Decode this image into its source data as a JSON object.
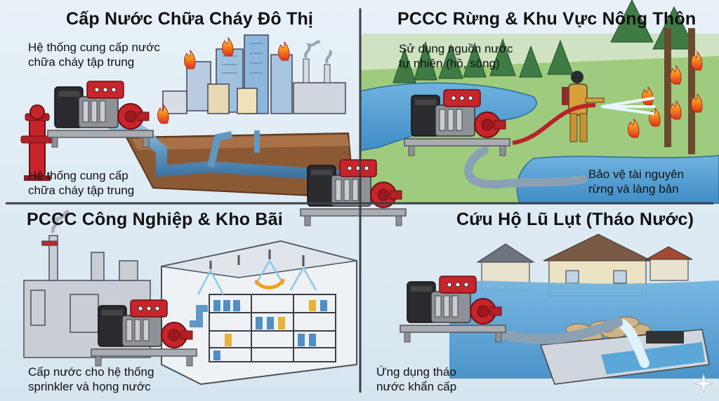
{
  "panels": {
    "urban": {
      "title": "Cấp Nước Chữa Cháy Đô Thị",
      "desc_top_1": "Hệ thống cung cấp nước",
      "desc_top_2": "chữa cháy tập trung",
      "desc_bottom_1": "Hệ thống cung cấp",
      "desc_bottom_2": "chữa cháy tập trung"
    },
    "forest": {
      "title": "PCCC Rừng & Khu Vực Nông Thôn",
      "desc_top_1": "Sử dụng nguồn nước",
      "desc_top_2": "tự nhiên (hồ, sông)",
      "desc_bottom_1": "Bảo vệ tài nguyên",
      "desc_bottom_2": "rừng và làng bản"
    },
    "industrial": {
      "title": "PCCC Công Nghiệp & Kho Bãi",
      "desc_1": "Cấp nước cho hệ thống",
      "desc_2": "sprinkler và họng nước"
    },
    "flood": {
      "title": "Cứu Hộ Lũ Lụt (Tháo Nước)",
      "desc_1": "Ứng dụng tháo",
      "desc_2": "nước khẩn cấp"
    }
  },
  "colors": {
    "pump_red": "#c8242b",
    "engine_dark": "#2b2b2f",
    "water_blue": "#5aa7d8",
    "fire_orange": "#f28a1e",
    "panel_bg": "#e4eef6",
    "grass_green": "#7fb35a"
  },
  "icons": [
    "pump-icon",
    "fire-icon",
    "hydrant-icon",
    "sprinkler-icon",
    "house-icon",
    "tree-icon",
    "factory-icon",
    "firefighter-icon"
  ]
}
